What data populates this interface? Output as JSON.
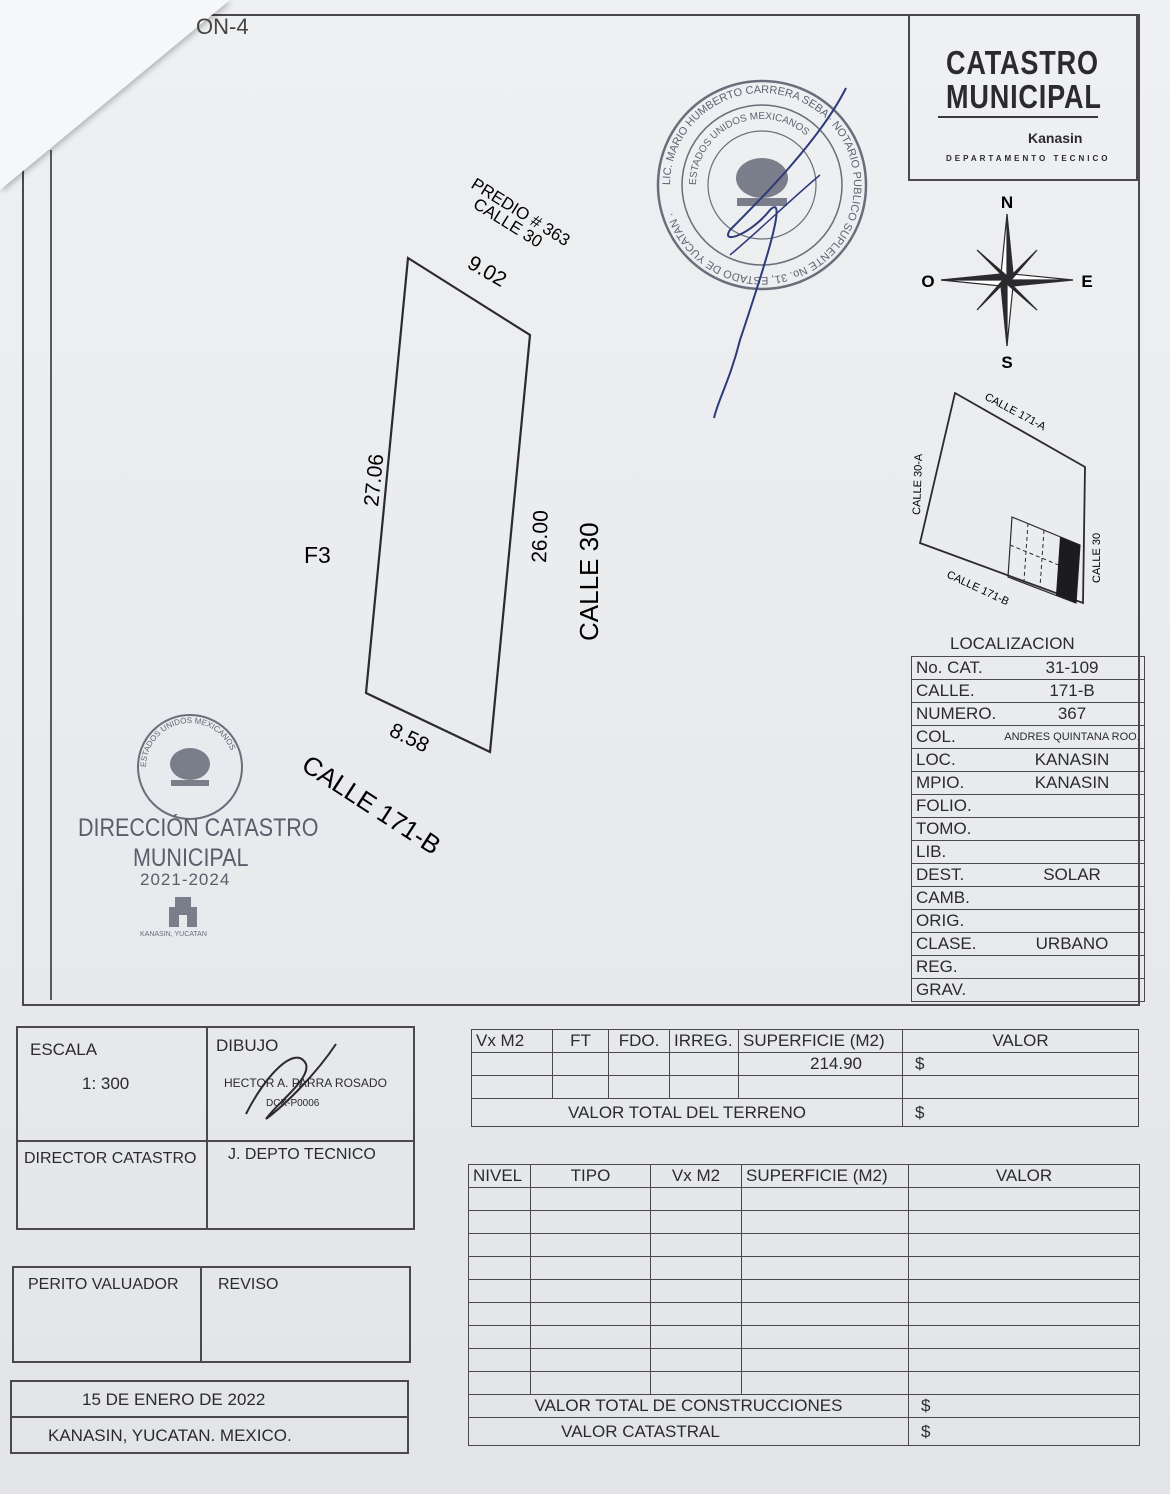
{
  "corner_text": "ON-4",
  "logo": {
    "line1": "CATASTRO",
    "line2": "MUNICIPAL",
    "city": "Kanasin",
    "dept": "DEPARTAMENTO TECNICO"
  },
  "compass": {
    "n": "N",
    "s": "S",
    "e": "E",
    "w": "O"
  },
  "lot": {
    "predio_label": "PREDIO # 363",
    "predio_calle": "CALLE 30",
    "side_top": "9.02",
    "side_left": "27.06",
    "side_right": "26.00",
    "side_bottom": "8.58",
    "block": "F3",
    "street_east": "CALLE 30",
    "street_south": "CALLE 171-B"
  },
  "location_map": {
    "north_street": "CALLE 171-A",
    "west_street": "CALLE 30-A",
    "east_street": "CALLE 30",
    "south_street": "CALLE 171-B"
  },
  "stamp_notary": {
    "outer_text": "LIC. MARIO HUMBERTO CARRERA SEBA · NOTARIO PUBLICO SUPLENTE No. 31, ESTADO DE YUCATAN ·",
    "inner_text": "ESTADOS UNIDOS MEXICANOS"
  },
  "stamp_direccion": {
    "ring_text": "ESTADOS UNIDOS MEXICANOS",
    "line1": "DIRECCIÓN CATASTRO",
    "line2": "MUNICIPAL",
    "years": "2021-2024",
    "place": "KANASIN, YUCATAN"
  },
  "localizacion": {
    "title": "LOCALIZACION",
    "rows": [
      {
        "label": "No. CAT.",
        "value": "31-109"
      },
      {
        "label": "CALLE.",
        "value": "171-B"
      },
      {
        "label": "NUMERO.",
        "value": "367"
      },
      {
        "label": "COL.",
        "value": "ANDRES QUINTANA ROO."
      },
      {
        "label": "LOC.",
        "value": "KANASIN"
      },
      {
        "label": "MPIO.",
        "value": "KANASIN"
      },
      {
        "label": "FOLIO.",
        "value": ""
      },
      {
        "label": "TOMO.",
        "value": ""
      },
      {
        "label": "LIB.",
        "value": ""
      },
      {
        "label": "DEST.",
        "value": "SOLAR"
      },
      {
        "label": "CAMB.",
        "value": ""
      },
      {
        "label": "ORIG.",
        "value": ""
      },
      {
        "label": "CLASE.",
        "value": "URBANO"
      },
      {
        "label": "REG.",
        "value": ""
      },
      {
        "label": "GRAV.",
        "value": ""
      }
    ]
  },
  "info_left": {
    "escala_label": "ESCALA",
    "escala_value": "1:  300",
    "dibujo_label": "DIBUJO",
    "dibujo_name": "HECTOR A. PARRA ROSADO",
    "dibujo_code": "DCK-P0006",
    "director_label": "DIRECTOR CATASTRO",
    "jefe_label": "J. DEPTO TECNICO",
    "perito_label": "PERITO VALUADOR",
    "reviso_label": "REVISO",
    "date": "15 DE ENERO DE 2022",
    "place": "KANASIN, YUCATAN.  MEXICO."
  },
  "terreno": {
    "headers": [
      "Vx M2",
      "FT",
      "FDO.",
      "IRREG.",
      "SUPERFICIE (M2)",
      "VALOR"
    ],
    "superficie": "214.90",
    "currency": "$",
    "total_label": "VALOR TOTAL DEL TERRENO",
    "total_currency": "$"
  },
  "construcciones": {
    "headers": [
      "NIVEL",
      "TIPO",
      "Vx M2",
      "SUPERFICIE (M2)",
      "VALOR"
    ],
    "total_label": "VALOR TOTAL DE CONSTRUCCIONES",
    "total_currency": "$",
    "catastral_label": "VALOR CATASTRAL",
    "catastral_currency": "$"
  }
}
